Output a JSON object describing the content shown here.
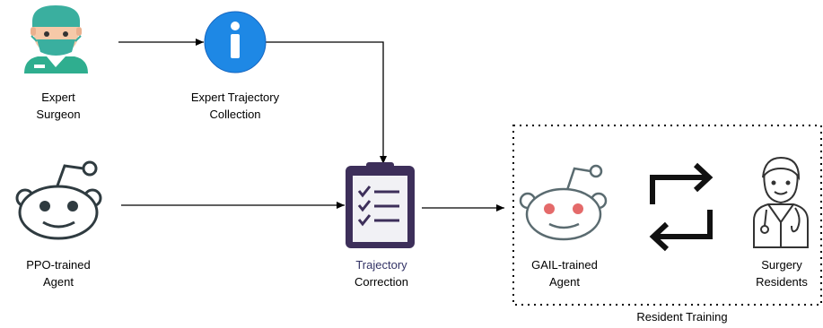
{
  "nodes": {
    "expert_surgeon": {
      "line1": "Expert",
      "line2": "Surgeon",
      "icon": "surgeon-icon"
    },
    "expert_collection": {
      "line1": "Expert Trajectory",
      "line2": "Collection",
      "icon": "info-icon"
    },
    "ppo_agent": {
      "line1": "PPO-trained",
      "line2": "Agent",
      "icon": "robot-icon"
    },
    "trajectory_correction": {
      "line1": "Trajectory",
      "line2": "Correction",
      "icon": "clipboard-icon"
    },
    "gail_agent": {
      "line1": "GAIL-trained",
      "line2": "Agent",
      "icon": "robot-red-eyes-icon"
    },
    "surgery_residents": {
      "line1": "Surgery",
      "line2": "Residents",
      "icon": "doctor-icon"
    }
  },
  "group": {
    "label": "Resident Training"
  },
  "colors": {
    "surgeon_cap": "#3aaf9f",
    "surgeon_skin": "#f6c9a8",
    "info_blue": "#1e88e5",
    "clipboard_dark": "#3d2f5a",
    "robot_eye_red": "#e46a6a",
    "robot_outline": "#2f3b40"
  }
}
